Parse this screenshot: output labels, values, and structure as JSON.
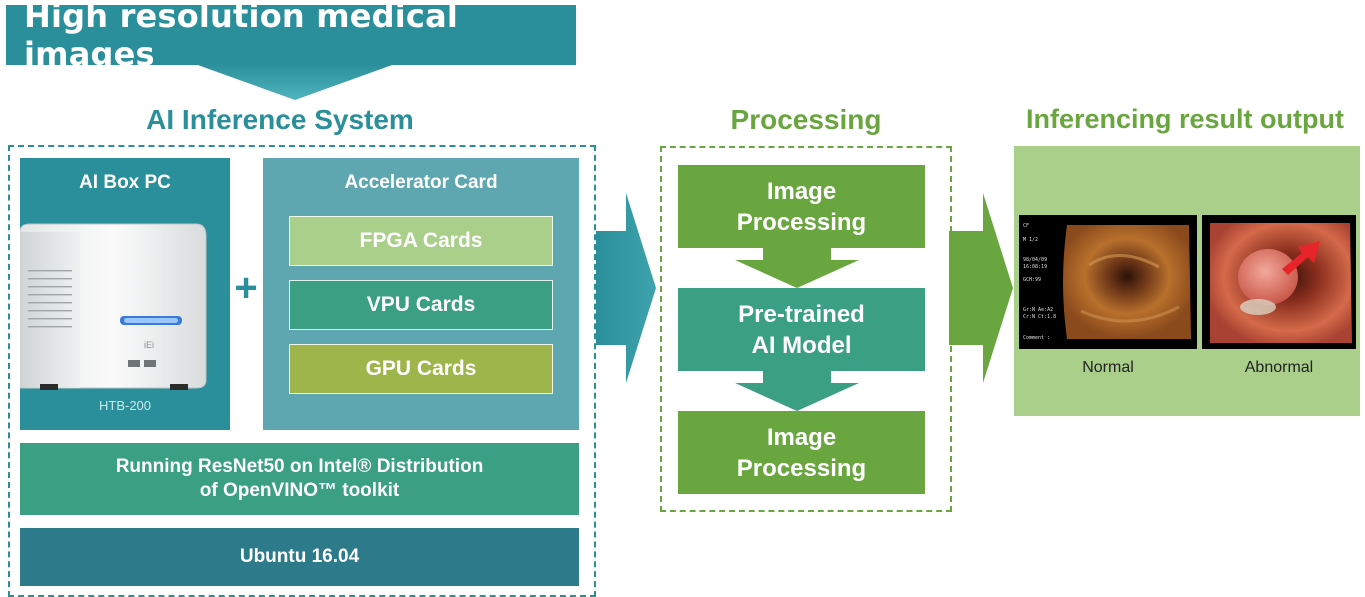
{
  "banner": {
    "title": "High resolution medical images"
  },
  "ai_system": {
    "title": "AI Inference System",
    "box_pc": {
      "title": "AI Box PC",
      "model": "HTB-200",
      "logo": "iEi"
    },
    "plus": "+",
    "accelerator": {
      "title": "Accelerator Card",
      "cards": [
        {
          "label": "FPGA Cards",
          "color": "#a9cf8a"
        },
        {
          "label": "VPU Cards",
          "color": "#3a9f83"
        },
        {
          "label": "GPU Cards",
          "color": "#9db54b"
        }
      ]
    },
    "toolkit": {
      "line1": "Running ResNet50 on Intel® Distribution",
      "line2": "of OpenVINO™ toolkit"
    },
    "os": {
      "label": "Ubuntu 16.04"
    }
  },
  "processing": {
    "title": "Processing",
    "steps": [
      {
        "line1": "Image",
        "line2": "Processing"
      },
      {
        "line1": "Pre-trained",
        "line2": "AI Model"
      },
      {
        "line1": "Image",
        "line2": "Processing"
      }
    ]
  },
  "output": {
    "title": "Inferencing result output",
    "images": [
      {
        "caption": "Normal",
        "overlay": [
          "CF",
          "M  1/2",
          "98/04/09",
          "16:08:19",
          "GCH:99",
          "Gr:N  Ae:A2",
          "Cr:N  Ct:1.8",
          "Comment :"
        ]
      },
      {
        "caption": "Abnormal"
      }
    ]
  },
  "colors": {
    "teal": "#2a8f9a",
    "green": "#6aa640",
    "dark_teal": "#2d7a8a",
    "accent_red": "#e8242b"
  }
}
